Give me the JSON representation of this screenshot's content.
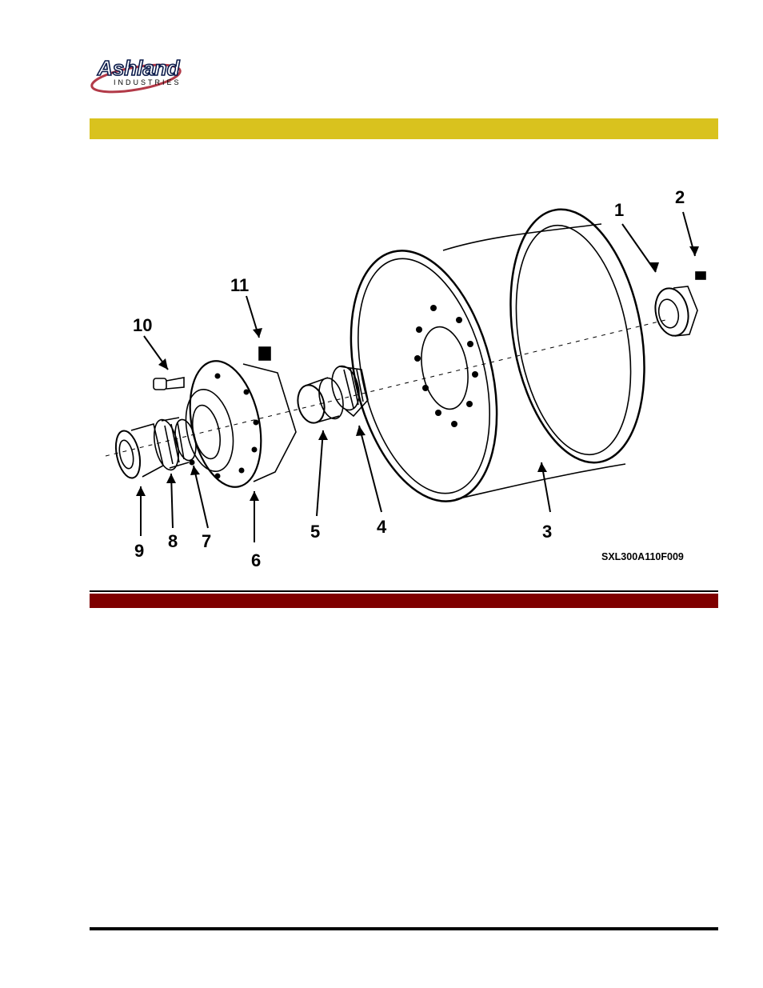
{
  "brand": {
    "wordmark": "Ashland",
    "subtitle": "INDUSTRIES"
  },
  "colors": {
    "header_band": "#d9c21e",
    "section_band": "#7f0000",
    "rule": "#000000"
  },
  "figure": {
    "id": "SXL300A110F009",
    "callouts": [
      "1",
      "2",
      "3",
      "4",
      "5",
      "6",
      "7",
      "8",
      "9",
      "10",
      "11"
    ]
  }
}
